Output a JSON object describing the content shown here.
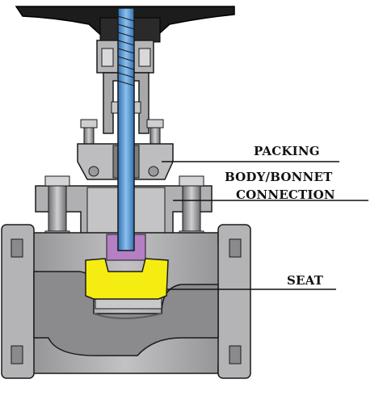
{
  "labels": {
    "packing": "PACKING",
    "body_bonnet_line1": "BODY/BONNET",
    "body_bonnet_line2": "CONNECTION",
    "seat": "SEAT"
  },
  "colors": {
    "body": "#a9a9ab",
    "body_shadow": "#7d7d80",
    "outline": "#1a1a1a",
    "stem": "#5b9bd5",
    "stem_dark": "#2f6fb0",
    "seat_disc": "#f5ec12",
    "packing": "#b57fc4",
    "handwheel": "#1c1c1c",
    "background": "#ffffff"
  },
  "components": [
    "handwheel",
    "stem",
    "yoke",
    "gland",
    "bonnet",
    "bolts",
    "packing",
    "disc",
    "seat",
    "body",
    "flanges"
  ]
}
